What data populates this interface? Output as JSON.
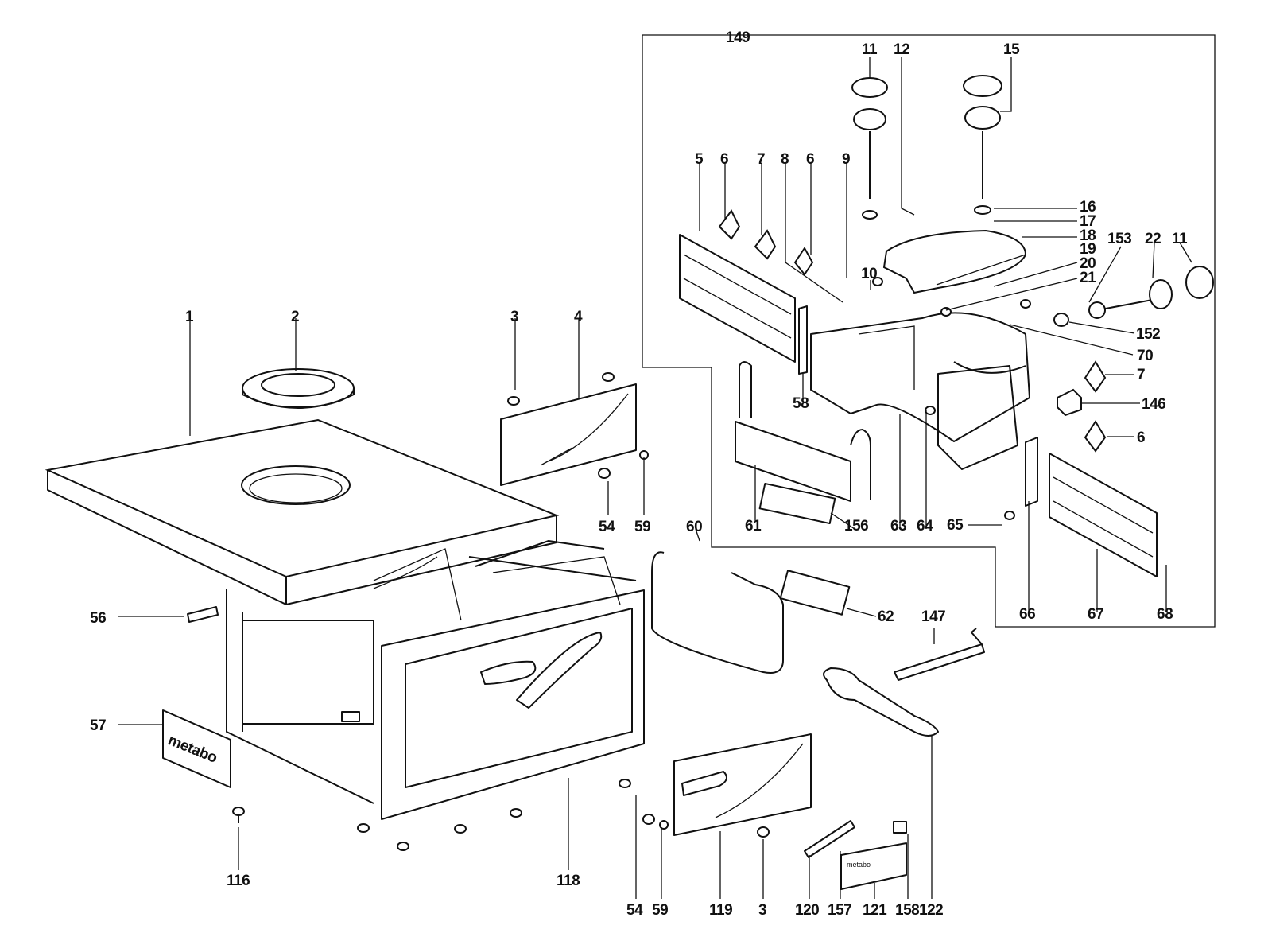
{
  "diagram": {
    "labels": {
      "149": "149",
      "11a": "11",
      "12": "12",
      "15": "15",
      "5": "5",
      "6a": "6",
      "7a": "7",
      "8": "8",
      "6b": "6",
      "9": "9",
      "16": "16",
      "17": "17",
      "18": "18",
      "19": "19",
      "20": "20",
      "21": "21",
      "153": "153",
      "22": "22",
      "11b": "11",
      "10": "10",
      "152": "152",
      "70": "70",
      "7b": "7",
      "146": "146",
      "6c": "6",
      "58": "58",
      "61": "61",
      "156": "156",
      "63": "63",
      "64": "64",
      "65": "65",
      "66": "66",
      "67": "67",
      "68": "68",
      "1": "1",
      "2": "2",
      "3a": "3",
      "4": "4",
      "54a": "54",
      "59a": "59",
      "60": "60",
      "62": "62",
      "147": "147",
      "56": "56",
      "57": "57",
      "116": "116",
      "118": "118",
      "54b": "54",
      "59b": "59",
      "119": "119",
      "3b": "3",
      "120": "120",
      "157": "157",
      "121": "121",
      "158": "158",
      "122": "122"
    },
    "logo_text": "metabo",
    "plate_logo_text": "metabo"
  }
}
